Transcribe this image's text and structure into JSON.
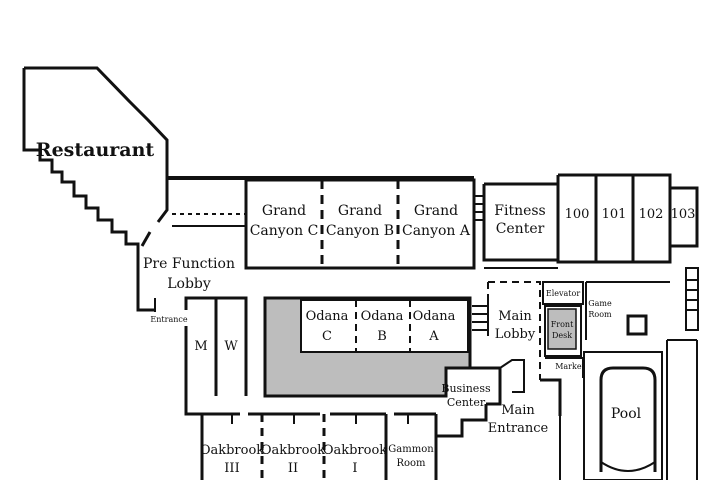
{
  "map": {
    "rooms": {
      "restaurant": "Restaurant",
      "grand_canyon_c": [
        "Grand",
        "Canyon C"
      ],
      "grand_canyon_b": [
        "Grand",
        "Canyon B"
      ],
      "grand_canyon_a": [
        "Grand",
        "Canyon A"
      ],
      "fitness_center": [
        "Fitness",
        "Center"
      ],
      "room_100": "100",
      "room_101": "101",
      "room_102": "102",
      "room_103": "103",
      "pre_function_lobby": [
        "Pre Function",
        "Lobby"
      ],
      "entrance": "Entrance",
      "restroom_m": "M",
      "restroom_w": "W",
      "odana_c": [
        "Odana",
        "C"
      ],
      "odana_b": [
        "Odana",
        "B"
      ],
      "odana_a": [
        "Odana",
        "A"
      ],
      "main_lobby": [
        "Main",
        "Lobby"
      ],
      "elevator": "Elevator",
      "game_room": [
        "Game",
        "Room"
      ],
      "front_desk": [
        "Front",
        "Desk"
      ],
      "market": "Market",
      "business_center": [
        "Business",
        "Center"
      ],
      "main_entrance": [
        "Main",
        "Entrance"
      ],
      "pool": "Pool",
      "oakbrook_iii": [
        "Oakbrook",
        "III"
      ],
      "oakbrook_ii": [
        "Oakbrook",
        "II"
      ],
      "oakbrook_i": [
        "Oakbrook",
        "I"
      ],
      "gammon_room": [
        "Gammon",
        "Room"
      ]
    },
    "colors": {
      "walls": "#111111",
      "highlight_fill": "#bdbdbd",
      "background": "#ffffff"
    }
  }
}
